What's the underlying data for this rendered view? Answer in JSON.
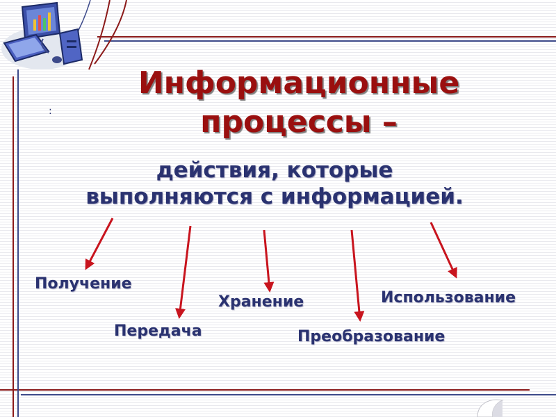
{
  "slide": {
    "title_line1": "Информационные",
    "title_line2": "процессы –",
    "subtitle_line1": "действия, которые",
    "subtitle_line2": "выполняются с информацией.",
    "mark": ":",
    "processes": [
      {
        "label": "Получение"
      },
      {
        "label": "Передача"
      },
      {
        "label": "Хранение"
      },
      {
        "label": "Преобразование"
      },
      {
        "label": "Использование"
      }
    ]
  },
  "colors": {
    "title": "#9a0f0f",
    "subtitle": "#2a3270",
    "arrow": "#c8141e",
    "frame_red": "#8b1a1a",
    "frame_blue": "#3d4a8a"
  },
  "icons": {
    "logo": "computer-monitor-icon",
    "page_curl": "page-curl-icon"
  }
}
